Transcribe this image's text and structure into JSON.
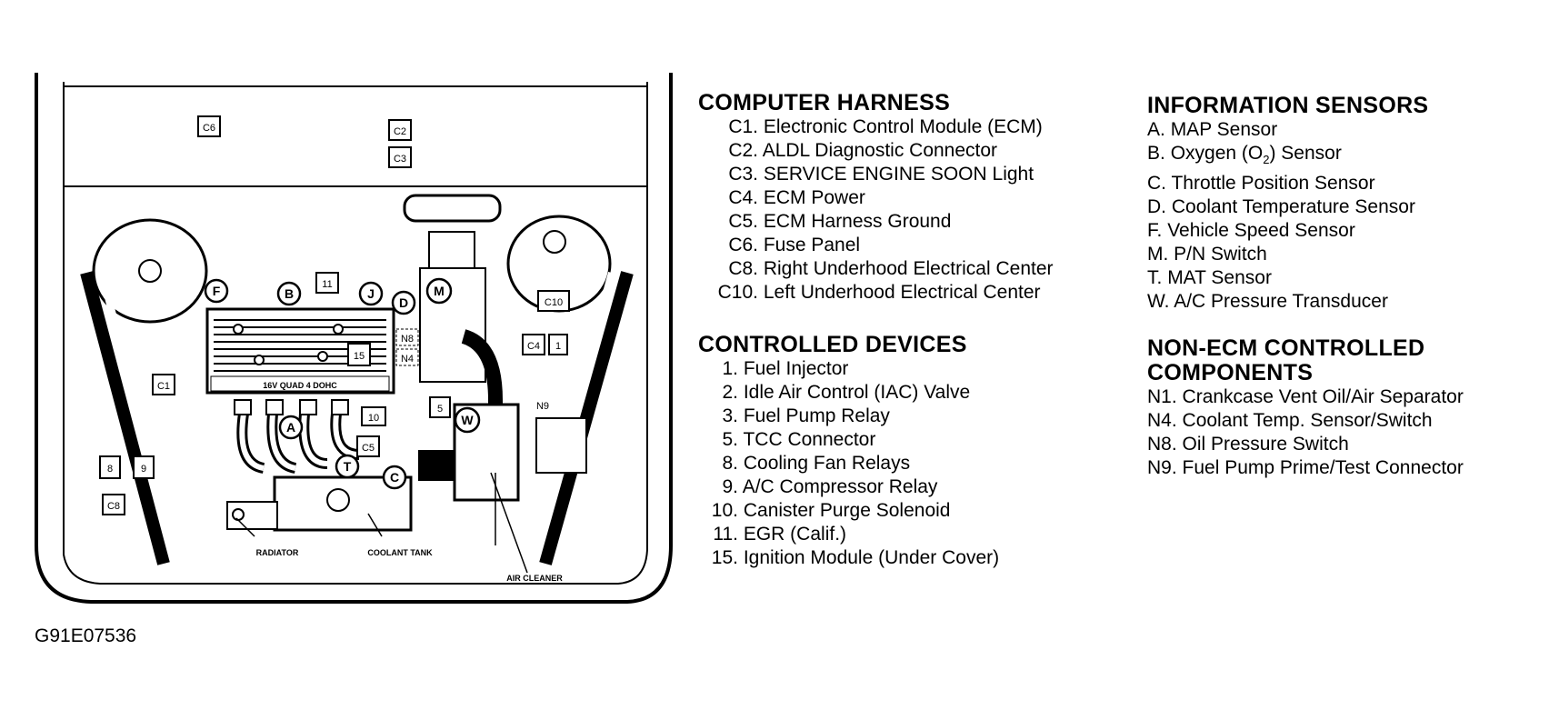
{
  "figure_id": "G91E07536",
  "diagram": {
    "connector_labels": [
      "C6",
      "C2",
      "C3",
      "C1",
      "C8",
      "C10",
      "C4",
      "C5",
      "11",
      "15",
      "N8",
      "N4",
      "N9",
      "10",
      "5",
      "8",
      "9",
      "1"
    ],
    "component_labels": {
      "engine": "16V QUAD 4 DOHC",
      "radiator": "RADIATOR",
      "coolant_tank": "COOLANT TANK",
      "air_cleaner": "AIR CLEANER"
    },
    "circled_labels": [
      "F",
      "B",
      "J",
      "D",
      "M",
      "A",
      "T",
      "C",
      "W"
    ]
  },
  "legend": {
    "computer_harness": {
      "title": "COMPUTER HARNESS",
      "items": [
        {
          "code": "C1.",
          "text": "Electronic Control Module (ECM)"
        },
        {
          "code": "C2.",
          "text": "ALDL Diagnostic Connector"
        },
        {
          "code": "C3.",
          "text": "SERVICE ENGINE SOON Light"
        },
        {
          "code": "C4.",
          "text": "ECM Power"
        },
        {
          "code": "C5.",
          "text": "ECM Harness Ground"
        },
        {
          "code": "C6.",
          "text": "Fuse Panel"
        },
        {
          "code": "C8.",
          "text": "Right Underhood Electrical Center"
        },
        {
          "code": "C10.",
          "text": "Left Underhood Electrical Center"
        }
      ]
    },
    "controlled_devices": {
      "title": "CONTROLLED DEVICES",
      "items": [
        {
          "code": "1.",
          "text": "Fuel Injector"
        },
        {
          "code": "2.",
          "text": "Idle Air Control (IAC) Valve"
        },
        {
          "code": "3.",
          "text": "Fuel Pump Relay"
        },
        {
          "code": "5.",
          "text": "TCC Connector"
        },
        {
          "code": "8.",
          "text": "Cooling Fan Relays"
        },
        {
          "code": "9.",
          "text": "A/C Compressor Relay"
        },
        {
          "code": "10.",
          "text": "Canister Purge Solenoid"
        },
        {
          "code": "11.",
          "text": "EGR (Calif.)"
        },
        {
          "code": "15.",
          "text": "Ignition Module (Under Cover)"
        }
      ]
    },
    "information_sensors": {
      "title": "INFORMATION SENSORS",
      "items": [
        {
          "code": "A.",
          "text": "MAP Sensor"
        },
        {
          "code": "B.",
          "text": "Oxygen (O",
          "sub": "2",
          "text_after": ") Sensor"
        },
        {
          "code": "C.",
          "text": "Throttle Position Sensor"
        },
        {
          "code": "D.",
          "text": "Coolant Temperature Sensor"
        },
        {
          "code": "F.",
          "text": "Vehicle Speed Sensor"
        },
        {
          "code": "M.",
          "text": "P/N Switch"
        },
        {
          "code": "T.",
          "text": "MAT Sensor"
        },
        {
          "code": "W.",
          "text": "A/C Pressure Transducer"
        }
      ]
    },
    "non_ecm": {
      "title_line1": "NON-ECM CONTROLLED",
      "title_line2": "COMPONENTS",
      "items": [
        {
          "code": "N1.",
          "text": "Crankcase Vent Oil/Air Separator"
        },
        {
          "code": "N4.",
          "text": "Coolant Temp. Sensor/Switch"
        },
        {
          "code": "N8.",
          "text": "Oil Pressure Switch"
        },
        {
          "code": "N9.",
          "text": "Fuel Pump Prime/Test Connector"
        }
      ]
    }
  }
}
